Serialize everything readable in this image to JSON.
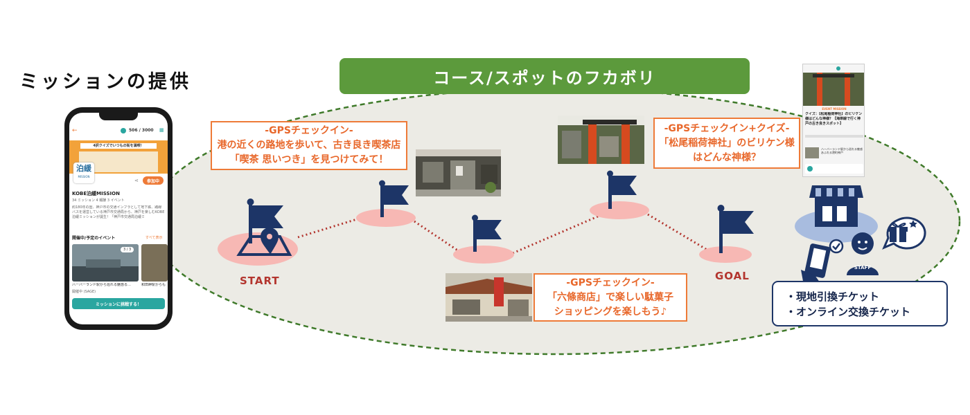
{
  "left_title": "ミッションの提供",
  "course_banner": "コース/スポットのフカボリ",
  "callouts": {
    "kissa": {
      "line1": "-GPSチェックイン-",
      "line2": "港の近くの路地を歩いて、古き良き喫茶店",
      "line3": "「喫茶 思いつき」を見つけてみて！"
    },
    "rokujo": {
      "line1": "-GPSチェックイン-",
      "line2": "「六條商店」で楽しい駄菓子",
      "line3": "ショッピングを楽しもう♪"
    },
    "matsuo": {
      "line1": "-GPSチェックイン+クイズ-",
      "line2": "「松尾稲荷神社」のビリケン様",
      "line3": "はどんな神様？"
    }
  },
  "route": {
    "start_label": "START",
    "goal_label": "GOAL"
  },
  "tickets": {
    "item1": "・現地引換チケット",
    "item2": "・オンライン交換チケット"
  },
  "staff_label": "STAFF",
  "phone": {
    "points": "506 / 3000",
    "banner_text": "4択クイズでいつもの街を満喫！",
    "logo_text": "泊緩",
    "logo_sub": "MISSION",
    "join_label": "参加中",
    "mission_title": "KOBE泊緩MISSION",
    "stats": "34 ミッション  4 報酬  3 イベント",
    "description": "約180年の歴、神戸市の交通インフラとして地下鉄、路線バスを運営している神戸市交通局から、神戸を楽しむKOBE泊緩ミッションが誕生！「神戸市交通局泊緩ミ",
    "events_heading": "開催中/予定のイベント",
    "see_all": "すべて表示",
    "card_count": "3 / 3",
    "card1_title": "ハーバーランド駅から巡れる魅惑る…",
    "card2_title": "和田岬駅からも",
    "card_meta": "開催中 (SAGE)",
    "cta": "ミッションに挑戦する！"
  },
  "right_phone": {
    "event_tag": "EVENT MISSION",
    "quiz_title": "クイズ：【松尾稲荷神社】のビリケン様はどんな神様？【海岸線で行く神戸の古き良きスポット】",
    "small_line": "ハーバーランド駅から巡れる魅惑あふれる港町神戸"
  },
  "colors": {
    "green": "#5c9a3c",
    "orange": "#ee7a37",
    "navy": "#1d3567",
    "pink": "#f7b8b4",
    "dark_red": "#b3352e",
    "teal": "#2aa6a0"
  }
}
